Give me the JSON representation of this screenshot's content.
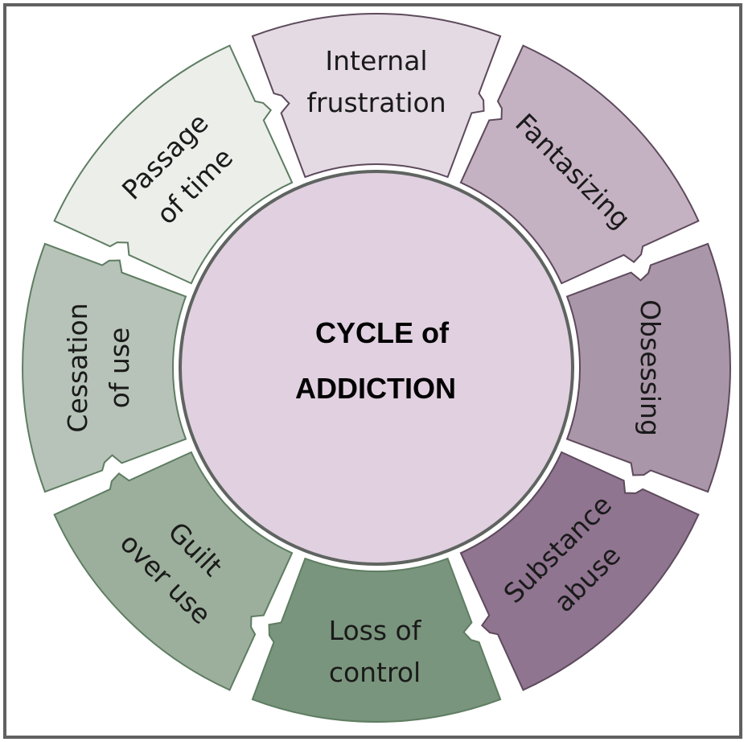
{
  "title": {
    "line1": "CYCLE of",
    "line2": "ADDICTION"
  },
  "center": {
    "fill": "#e0d0e0",
    "stroke": "#5f6460"
  },
  "segments": [
    {
      "id": "internal-frustration",
      "lines": [
        "Internal",
        "frustration"
      ],
      "fill": "#e4dae3",
      "stroke": "#5d4a5c",
      "orient": "horizontal"
    },
    {
      "id": "fantasizing",
      "lines": [
        "Fantasizing"
      ],
      "fill": "#c4b2c3",
      "stroke": "#5d4a5c",
      "orient": "radial-down"
    },
    {
      "id": "obsessing",
      "lines": [
        "Obsessing"
      ],
      "fill": "#a996a8",
      "stroke": "#5d4a5c",
      "orient": "radial-down"
    },
    {
      "id": "substance-abuse",
      "lines": [
        "Substance",
        "abuse"
      ],
      "fill": "#8f7590",
      "stroke": "#5d4a5c",
      "orient": "tangent-up"
    },
    {
      "id": "loss-of-control",
      "lines": [
        "Loss of",
        "control"
      ],
      "fill": "#7a957d",
      "stroke": "#5e7d62",
      "orient": "horizontal"
    },
    {
      "id": "guilt-over-use",
      "lines": [
        "Guilt",
        "over use"
      ],
      "fill": "#9cae9c",
      "stroke": "#5e7d62",
      "orient": "radial-down"
    },
    {
      "id": "cessation-of-use",
      "lines": [
        "Cessation",
        "of use"
      ],
      "fill": "#b7c3b8",
      "stroke": "#5e7d62",
      "orient": "radial-up"
    },
    {
      "id": "passage-of-time",
      "lines": [
        "Passage",
        "of time"
      ],
      "fill": "#eceeea",
      "stroke": "#5e7d62",
      "orient": "tangent-up"
    }
  ]
}
